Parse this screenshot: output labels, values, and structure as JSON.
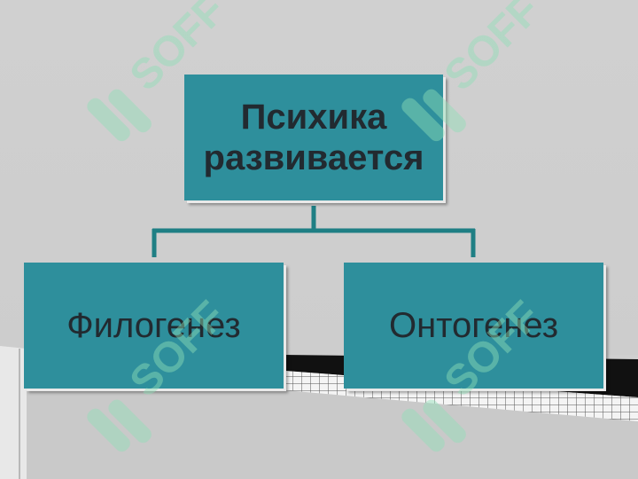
{
  "diagram": {
    "root": {
      "line1": "Психика",
      "line2": "развивается"
    },
    "children": [
      {
        "label": "Филогенез"
      },
      {
        "label": "Онтогенез"
      }
    ]
  },
  "watermark": {
    "text": "SOFF",
    "color": "#8fe0b8"
  },
  "colors": {
    "box": "#2e8f9c",
    "text": "#222a30",
    "connector": "#1f7f84",
    "background": "#cfcfcf"
  }
}
